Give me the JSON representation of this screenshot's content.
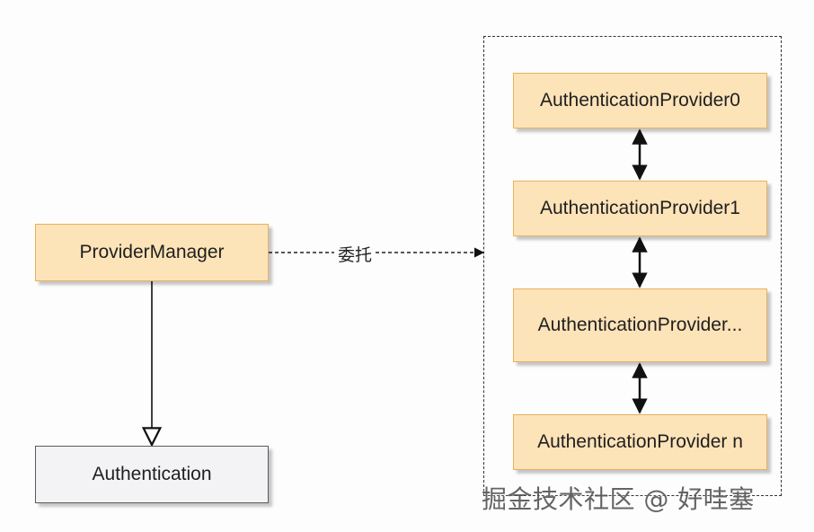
{
  "nodes": {
    "provider_manager": "ProviderManager",
    "authentication": "Authentication",
    "provider_0": "AuthenticationProvider0",
    "provider_1": "AuthenticationProvider1",
    "provider_more": "AuthenticationProvider...",
    "provider_n": "AuthenticationProvider n"
  },
  "edges": {
    "delegate_label": "委托"
  },
  "watermark": "掘金技术社区 @ 好哇塞",
  "colors": {
    "node_fill": "#fde3b8",
    "node_border": "#e7b15e",
    "auth_fill": "#f3f3f5",
    "auth_border": "#5a5a5a"
  }
}
